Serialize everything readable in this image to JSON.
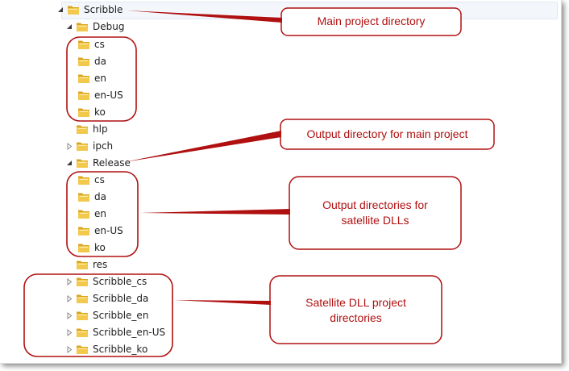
{
  "tree": {
    "rows": [
      {
        "label": "Scribble",
        "indent": 0,
        "toggle": "expanded"
      },
      {
        "label": "Debug",
        "indent": 1,
        "toggle": "expanded"
      },
      {
        "label": "cs",
        "indent": 2,
        "toggle": "none"
      },
      {
        "label": "da",
        "indent": 2,
        "toggle": "none"
      },
      {
        "label": "en",
        "indent": 2,
        "toggle": "none"
      },
      {
        "label": "en-US",
        "indent": 2,
        "toggle": "none"
      },
      {
        "label": "ko",
        "indent": 2,
        "toggle": "none"
      },
      {
        "label": "hlp",
        "indent": 1,
        "toggle": "none"
      },
      {
        "label": "ipch",
        "indent": 1,
        "toggle": "collapsed"
      },
      {
        "label": "Release",
        "indent": 1,
        "toggle": "expanded"
      },
      {
        "label": "cs",
        "indent": 2,
        "toggle": "none"
      },
      {
        "label": "da",
        "indent": 2,
        "toggle": "none"
      },
      {
        "label": "en",
        "indent": 2,
        "toggle": "none"
      },
      {
        "label": "en-US",
        "indent": 2,
        "toggle": "none"
      },
      {
        "label": "ko",
        "indent": 2,
        "toggle": "none"
      },
      {
        "label": "res",
        "indent": 1,
        "toggle": "none"
      },
      {
        "label": "Scribble_cs",
        "indent": 1,
        "toggle": "collapsed"
      },
      {
        "label": "Scribble_da",
        "indent": 1,
        "toggle": "collapsed"
      },
      {
        "label": "Scribble_en",
        "indent": 1,
        "toggle": "collapsed"
      },
      {
        "label": "Scribble_en-US",
        "indent": 1,
        "toggle": "collapsed"
      },
      {
        "label": "Scribble_ko",
        "indent": 1,
        "toggle": "collapsed"
      }
    ]
  },
  "callouts": {
    "main_project": "Main project directory",
    "output_main": "Output directory for main project",
    "output_satellite_line1": "Output directories for",
    "output_satellite_line2": "satellite DLLs",
    "satellite_projects_line1": "Satellite DLL project",
    "satellite_projects_line2": "directories"
  },
  "colors": {
    "annotation": "#b01010",
    "folder_body": "#f2c94c",
    "folder_dark": "#d9a520"
  }
}
